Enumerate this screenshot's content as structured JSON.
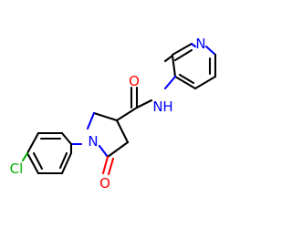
{
  "atom_labels": {
    "pyridine_n": "N",
    "amide_o": "O",
    "amide_n": "N",
    "amide_h": "H",
    "ring_n": "N",
    "lactam_o": "O",
    "chlorine": "Cl"
  },
  "colors": {
    "bond": "#000000",
    "nitrogen": "#0000ff",
    "oxygen": "#ff0000",
    "chlorine": "#00b000"
  }
}
